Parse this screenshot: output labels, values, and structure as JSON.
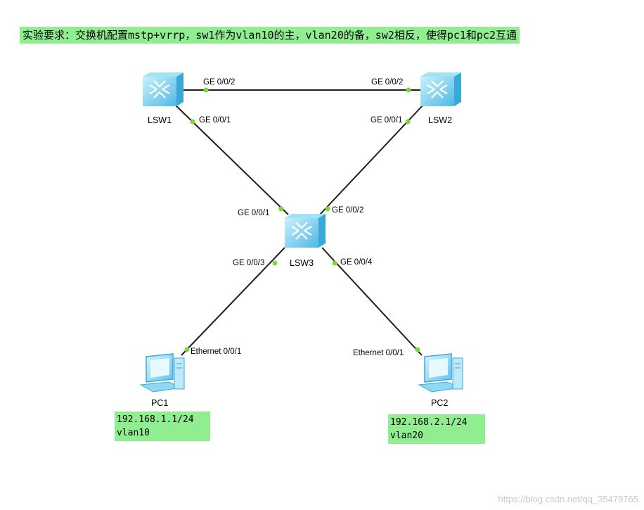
{
  "title": "实验要求：交换机配置mstp+vrrp，sw1作为vlan10的主，vlan20的备，sw2相反，使得pc1和pc2互通",
  "devices": {
    "lsw1": {
      "name": "LSW1"
    },
    "lsw2": {
      "name": "LSW2"
    },
    "lsw3": {
      "name": "LSW3"
    },
    "pc1": {
      "name": "PC1",
      "ip": "192.168.1.1/24",
      "vlan": "vlan10"
    },
    "pc2": {
      "name": "PC2",
      "ip": "192.168.2.1/24",
      "vlan": "vlan20"
    }
  },
  "ports": {
    "lsw1_ge002": "GE 0/0/2",
    "lsw2_ge002": "GE 0/0/2",
    "lsw1_ge001": "GE 0/0/1",
    "lsw2_ge001": "GE 0/0/1",
    "lsw3_ge001": "GE 0/0/1",
    "lsw3_ge002": "GE 0/0/2",
    "lsw3_ge003": "GE 0/0/3",
    "lsw3_ge004": "GE 0/0/4",
    "pc1_eth001": "Ethernet 0/0/1",
    "pc2_eth001": "Ethernet 0/0/1"
  },
  "watermark": "https://blog.csdn.net/qq_35479765",
  "colors": {
    "note_bg": "#90ee90",
    "link": "#1e1e1e",
    "port_dot": "#7cd63c",
    "switch": "#7fd6f2"
  }
}
